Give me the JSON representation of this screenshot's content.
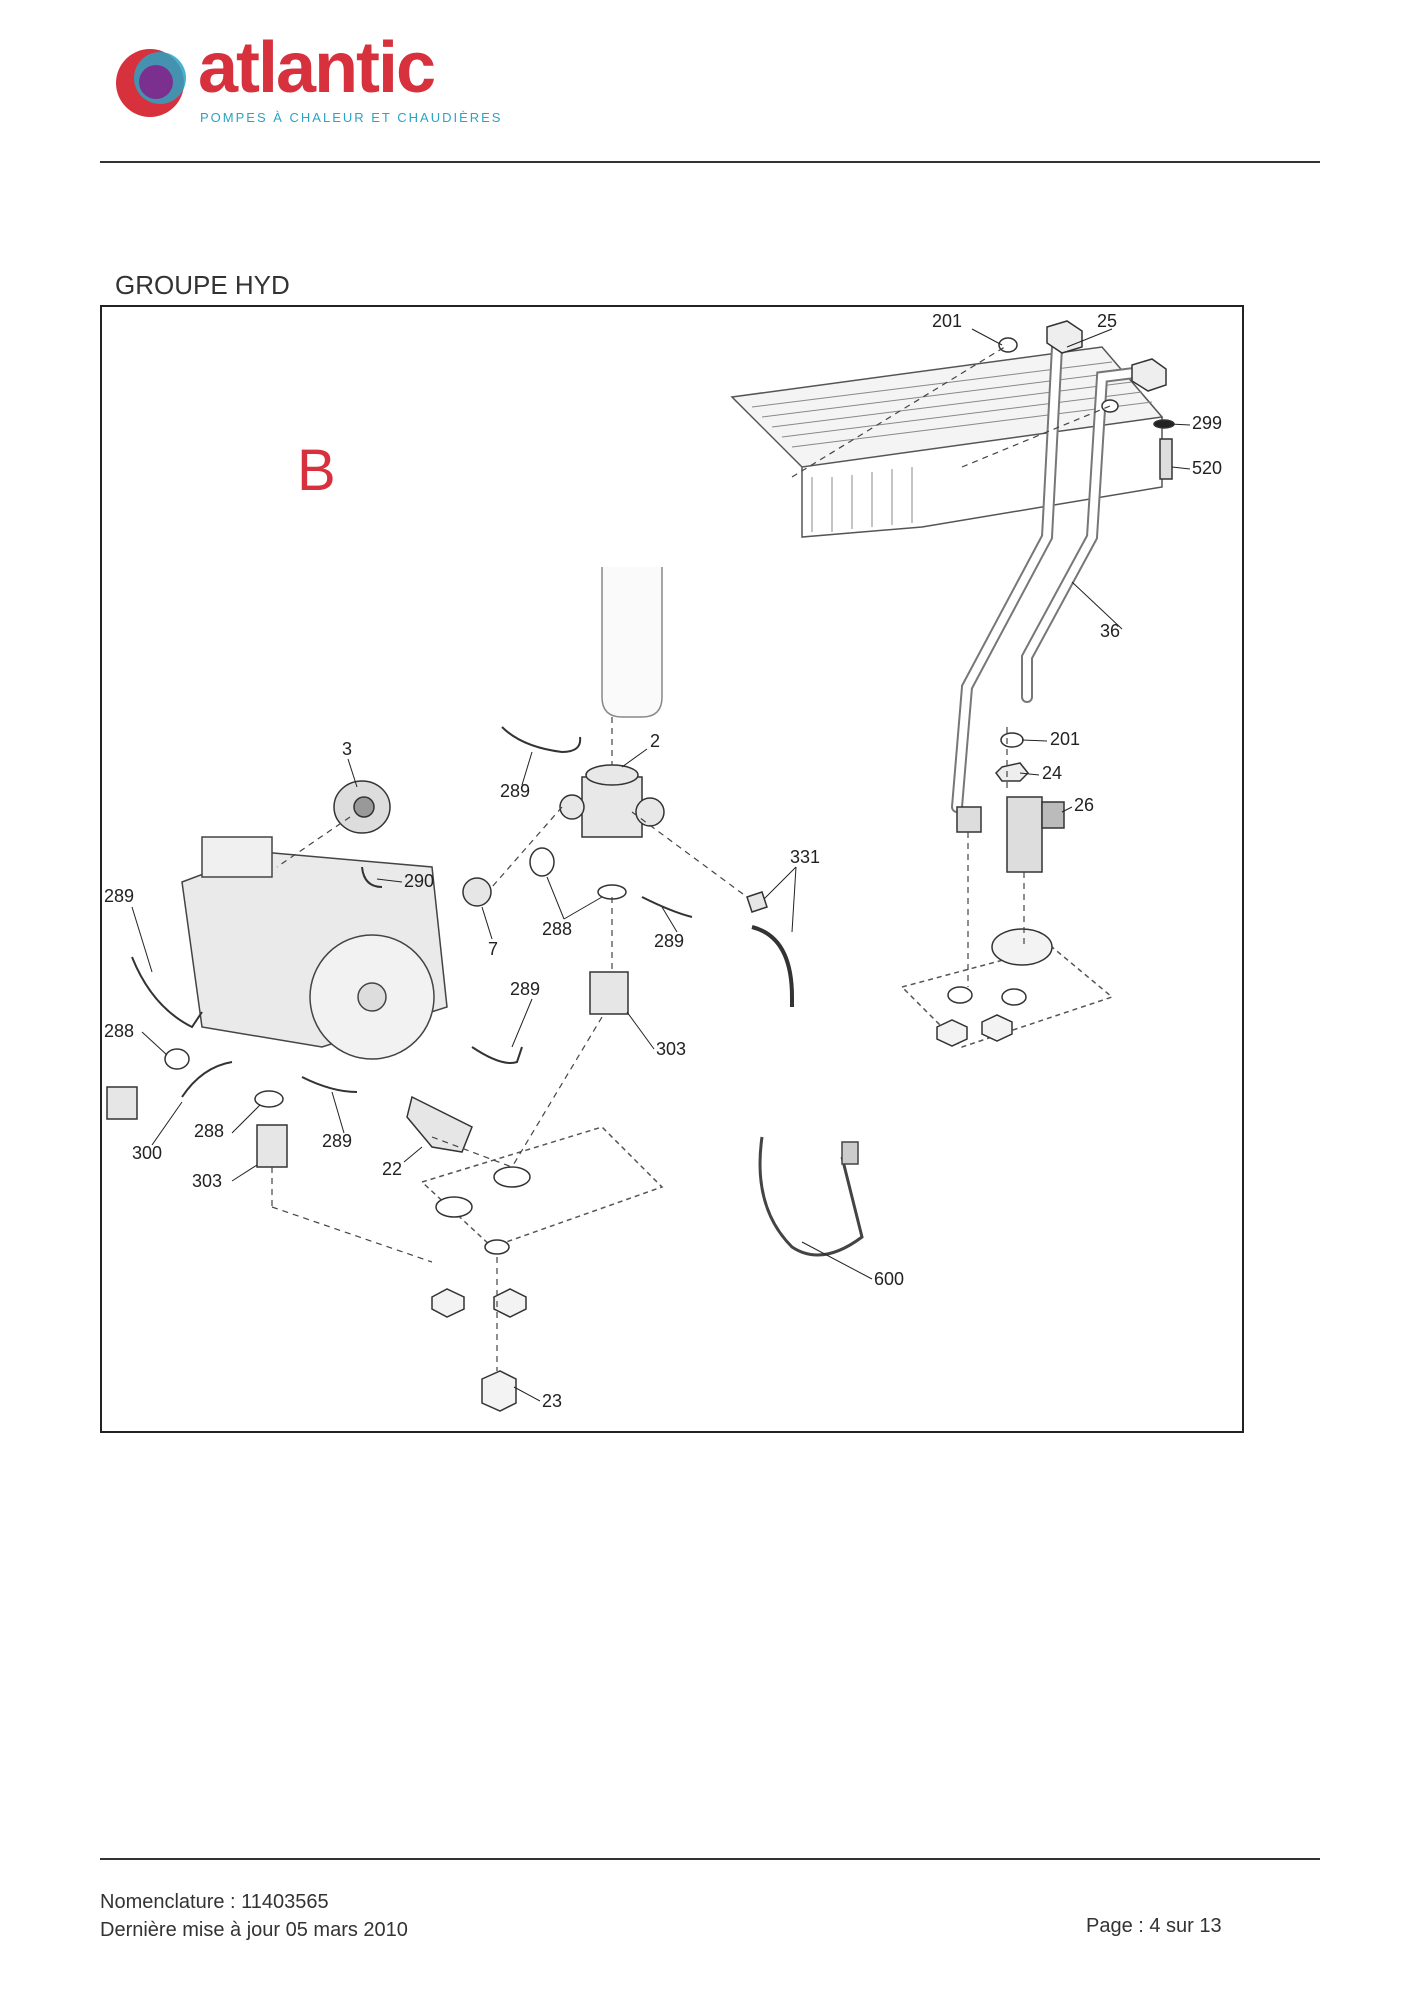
{
  "header": {
    "brand": "atlantic",
    "tagline": "POMPES À CHALEUR ET CHAUDIÈRES",
    "brand_color": "#d6313d",
    "accent_color": "#2aa3c4"
  },
  "section": {
    "title": "GROUPE HYD",
    "diagram_letter": "B",
    "letter_color": "#d6313d"
  },
  "diagram": {
    "callouts": {
      "c201_top": "201",
      "c25": "25",
      "c299": "299",
      "c520": "520",
      "c36": "36",
      "c201_mid": "201",
      "c24": "24",
      "c26": "26",
      "c3": "3",
      "c2": "2",
      "c289_a": "289",
      "c331": "331",
      "c290": "290",
      "c289_b": "289",
      "c288_a": "288",
      "c289_c": "289",
      "c7": "7",
      "c289_d": "289",
      "c303_a": "303",
      "c288_b": "288",
      "c288_c": "288",
      "c300": "300",
      "c289_e": "289",
      "c22": "22",
      "c303_b": "303",
      "c600": "600",
      "c23": "23"
    }
  },
  "footer": {
    "nomenclature": "Nomenclature : 11403565",
    "last_update": "Dernière mise à jour 05 mars 2010",
    "page": "Page : 4 sur 13"
  }
}
